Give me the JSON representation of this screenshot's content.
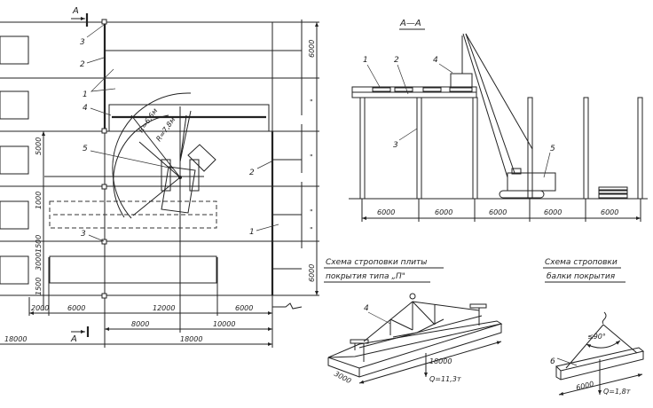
{
  "plan": {
    "section_marker": "A",
    "callouts": [
      "3",
      "2",
      "1",
      "4",
      "5",
      "2",
      "3",
      "1"
    ],
    "radius_large": "R=7,8м",
    "radius_small": "R=6,6м",
    "left_dims": [
      "5000",
      "1000",
      "1500",
      "3000",
      "1500"
    ],
    "right_dims": [
      "6000",
      "\"",
      "\"",
      "\"",
      "\"",
      "6000"
    ],
    "bottom_row1": [
      "2000",
      "6000",
      "12000",
      "6000"
    ],
    "bottom_row2": [
      "8000",
      "10000"
    ],
    "bottom_row3": [
      "18000",
      "18000"
    ]
  },
  "section": {
    "title": "А—А",
    "callouts": [
      "1",
      "2",
      "3",
      "4",
      "5"
    ],
    "spans": [
      "6000",
      "6000",
      "6000",
      "6000",
      "6000"
    ]
  },
  "slab_scheme": {
    "title_line1": "Схема строповки плиты",
    "title_line2": "покрытия типа „П\"",
    "callout": "4",
    "length": "18000",
    "width": "3000",
    "load": "Q=11,3т"
  },
  "beam_scheme": {
    "title_line1": "Схема строповки",
    "title_line2": "балки покрытия",
    "callout": "6",
    "angle": "≤90°",
    "length": "6000",
    "load": "Q=1,8т"
  }
}
